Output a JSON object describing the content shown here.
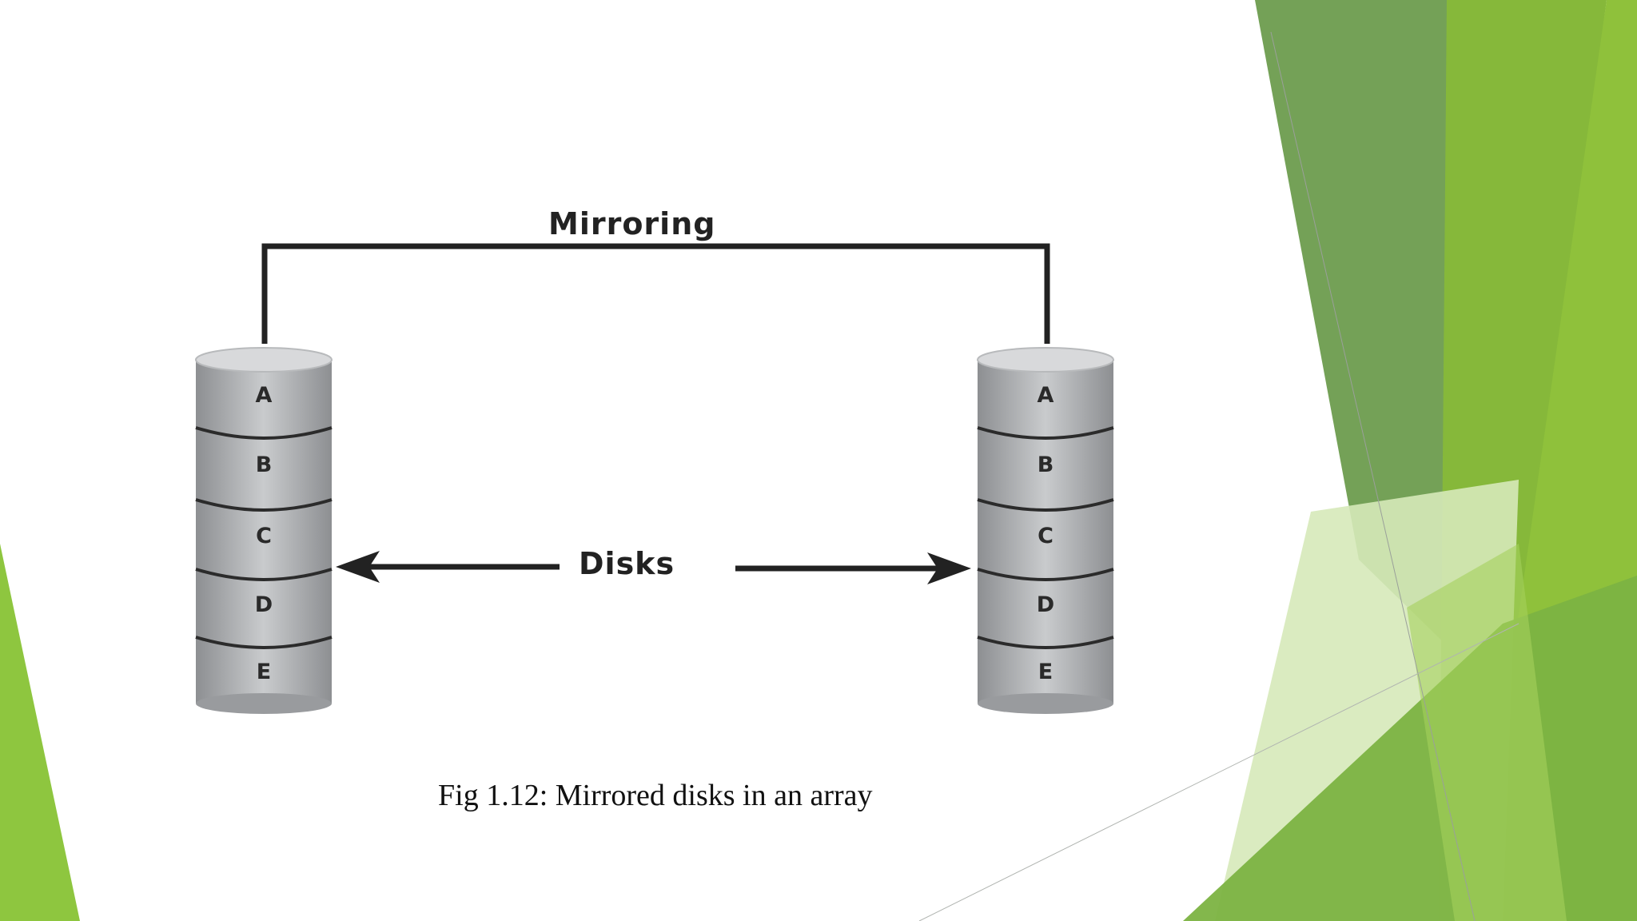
{
  "slide": {
    "mirroring_label": "Mirroring",
    "disks_label": "Disks",
    "caption": "Fig 1.12: Mirrored disks in an array",
    "left_disk": {
      "segments": [
        "A",
        "B",
        "C",
        "D",
        "E"
      ]
    },
    "right_disk": {
      "segments": [
        "A",
        "B",
        "C",
        "D",
        "E"
      ]
    }
  },
  "colors": {
    "accent_green": "#8ec63f",
    "dark_green": "#5f9a3c",
    "light_green": "#d6e9b9",
    "disk_gray": "#a9abae",
    "line_color": "#222222"
  }
}
